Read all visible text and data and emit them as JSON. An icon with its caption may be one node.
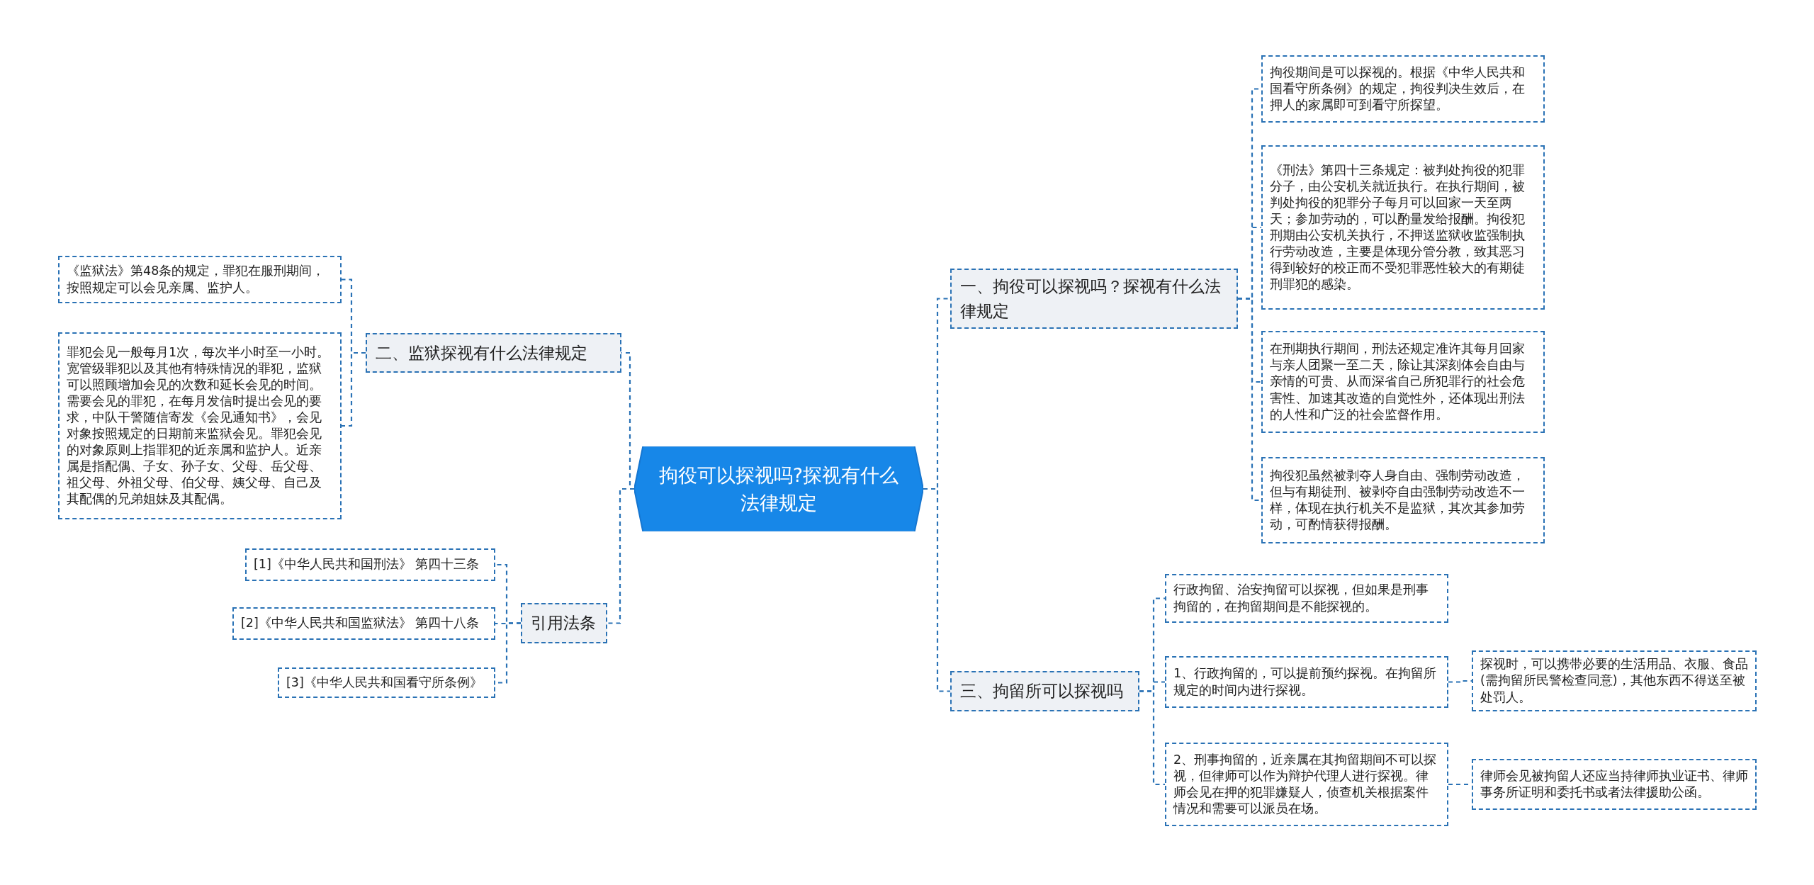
{
  "diagram": {
    "nodes": [
      {
        "text": [
          "拘役可以探视吗?探视有什么法律规定"
        ]
      },
      {
        "text": [
          "一、拘役可以探视吗？探视有什么法律规定"
        ]
      },
      {
        "text": [
          "拘役期间是可以探视的。根据《中华人民共和国看守所条例》的规定，拘役判决生效后，在押人的家属即可到看守所探望。"
        ]
      },
      {
        "text": [
          "《刑法》第四十三条规定：被判处拘役的犯罪分子，由公安机关就近执行。在执行期间，被判处拘役的犯罪分子每月可以回家一天至两天；参加劳动的，可以酌量发给报酬。拘役犯刑期由公安机关执行，不押送监狱收监强制执行劳动改造，主要是体现分管分教，致其恶习得到较好的校正而不受犯罪恶性较大的有期徒刑罪犯的感染。"
        ]
      },
      {
        "text": [
          "在刑期执行期间，刑法还规定准许其每月回家与亲人团聚一至二天，除让其深刻体会自由与亲情的可贵、从而深省自己所犯罪行的社会危害性、加速其改造的自觉性外，还体现出刑法的人性和广泛的社会监督作用。"
        ]
      },
      {
        "text": [
          "拘役犯虽然被剥夺人身自由、强制劳动改造，但与有期徒刑、被剥夺自由强制劳动改造不一样，体现在执行机关不是监狱，其次其参加劳动，可酌情获得报酬。"
        ]
      },
      {
        "text": [
          "二、监狱探视有什么法律规定"
        ]
      },
      {
        "text": [
          "《监狱法》第48条的规定，罪犯在服刑期间，按照规定可以会见亲属、监护人。"
        ]
      },
      {
        "text": [
          "罪犯会见一般每月1次，每次半小时至一小时。宽管级罪犯以及其他有特殊情况的罪犯，监狱可以照顾增加会见的次数和延长会见的时间。需要会见的罪犯，在每月发信时提出会见的要求，中队干警随信寄发《会见通知书》，会见对象按照规定的日期前来监狱会见。罪犯会见的对象原则上指罪犯的近亲属和监护人。近亲属是指配偶、子女、孙子女、父母、岳父母、祖父母、外祖父母、伯父母、姨父母、自己及其配偶的兄弟姐妹及其配偶。"
        ]
      },
      {
        "text": [
          "三、拘留所可以探视吗"
        ]
      },
      {
        "text": [
          "行政拘留、治安拘留可以探视，但如果是刑事拘留的，在拘留期间是不能探视的。"
        ]
      },
      {
        "text": [
          "1、行政拘留的，可以提前预约探视。在拘留所规定的时间内进行探视。"
        ]
      },
      {
        "text": [
          "探视时，可以携带必要的生活用品、衣服、食品(需拘留所民警检查同意)，其他东西不得送至被处罚人。"
        ]
      },
      {
        "text": [
          "2、刑事拘留的，近亲属在其拘留期间不可以探视，但律师可以作为辩护代理人进行探视。律师会见在押的犯罪嫌疑人，侦查机关根据案件情况和需要可以派员在场。"
        ]
      },
      {
        "text": [
          "律师会见被拘留人还应当持律师执业证书、律师事务所证明和委托书或者法律援助公函。"
        ]
      },
      {
        "text": [
          "引用法条"
        ]
      },
      {
        "text": [
          "[1]《中华人民共和国刑法》 第四十三条"
        ]
      },
      {
        "text": [
          "[2]《中华人民共和国监狱法》 第四十八条"
        ]
      },
      {
        "text": [
          "[3]《中华人民共和国看守所条例》"
        ]
      }
    ],
    "edges": [
      {
        "from": 0,
        "to": 1,
        "arrow": "none",
        "style": "dashed"
      },
      {
        "from": 1,
        "to": 2,
        "arrow": "none",
        "style": "dashed"
      },
      {
        "from": 1,
        "to": 3,
        "arrow": "none",
        "style": "dashed"
      },
      {
        "from": 1,
        "to": 4,
        "arrow": "none",
        "style": "dashed"
      },
      {
        "from": 1,
        "to": 5,
        "arrow": "none",
        "style": "dashed"
      },
      {
        "from": 0,
        "to": 6,
        "arrow": "none",
        "style": "dashed"
      },
      {
        "from": 6,
        "to": 7,
        "arrow": "none",
        "style": "dashed"
      },
      {
        "from": 6,
        "to": 8,
        "arrow": "none",
        "style": "dashed"
      },
      {
        "from": 0,
        "to": 9,
        "arrow": "none",
        "style": "dashed"
      },
      {
        "from": 9,
        "to": 10,
        "arrow": "none",
        "style": "dashed"
      },
      {
        "from": 9,
        "to": 11,
        "arrow": "none",
        "style": "dashed"
      },
      {
        "from": 11,
        "to": 12,
        "arrow": "none",
        "style": "dashed"
      },
      {
        "from": 9,
        "to": 13,
        "arrow": "none",
        "style": "dashed"
      },
      {
        "from": 13,
        "to": 14,
        "arrow": "none",
        "style": "dashed"
      },
      {
        "from": 0,
        "to": 15,
        "arrow": "none",
        "style": "dashed"
      },
      {
        "from": 15,
        "to": 16,
        "arrow": "none",
        "style": "dashed"
      },
      {
        "from": 15,
        "to": 17,
        "arrow": "none",
        "style": "dashed"
      },
      {
        "from": 15,
        "to": 18,
        "arrow": "none",
        "style": "dashed"
      }
    ]
  }
}
